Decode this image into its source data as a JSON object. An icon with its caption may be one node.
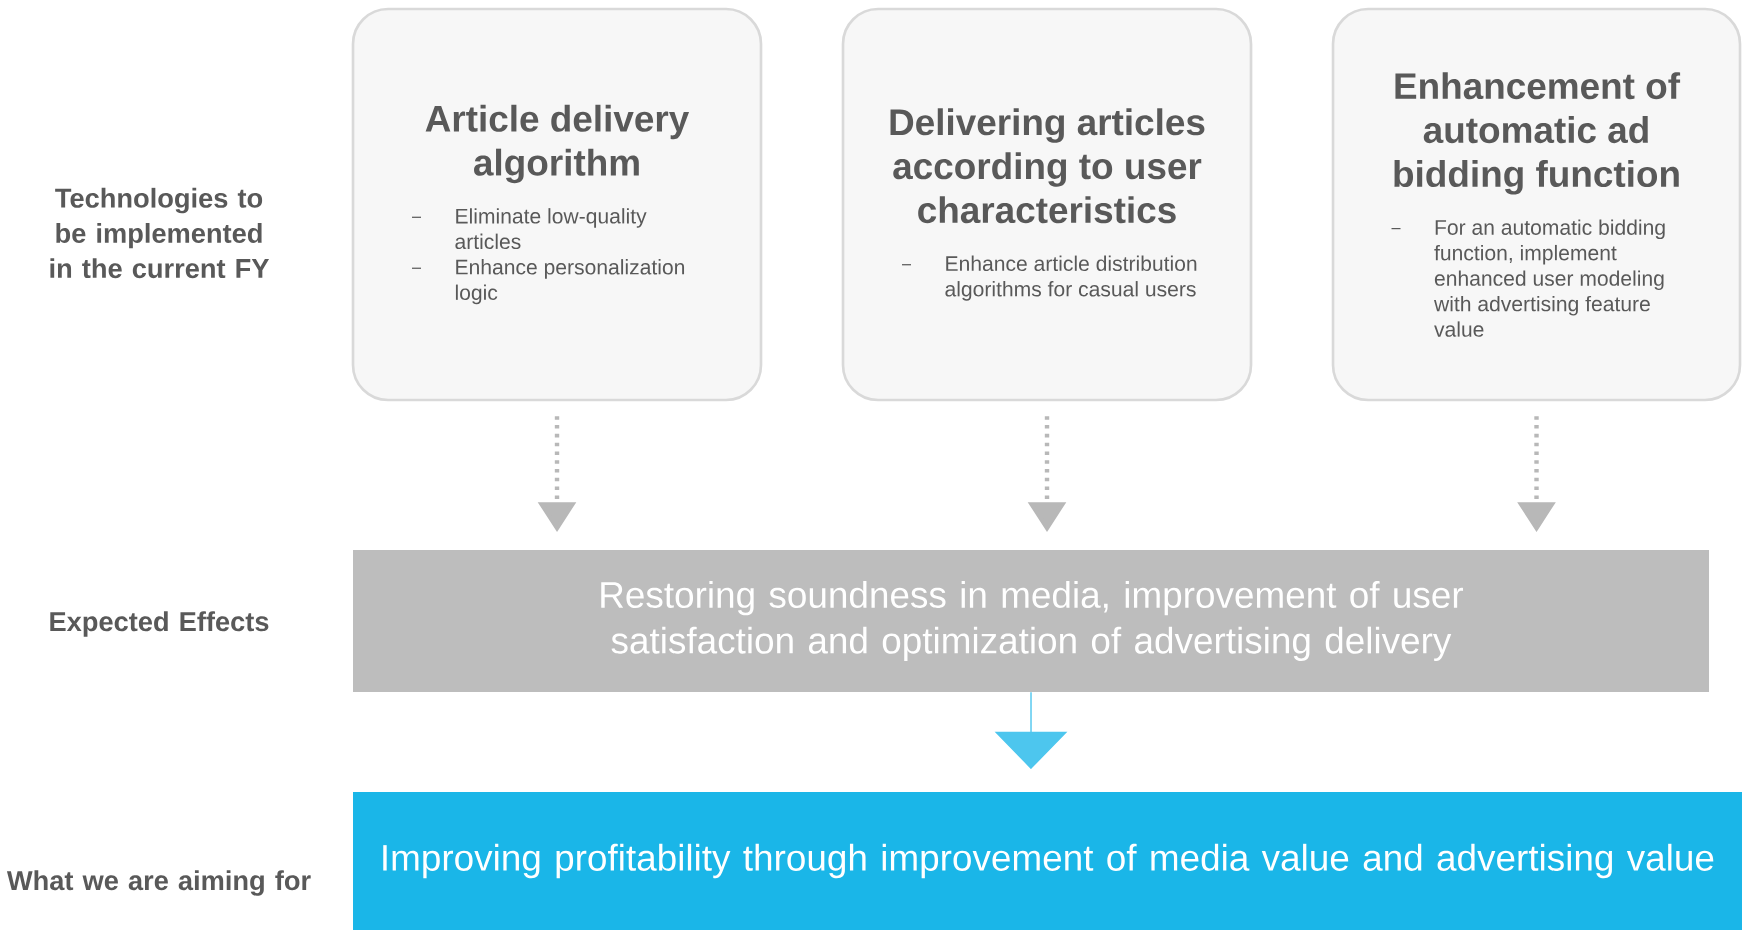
{
  "diagram": {
    "nodes": [
      {
        "text": [
          "Article delivery algorithm",
          "Eliminate low-quality articles",
          "Enhance personalization logic"
        ]
      },
      {
        "text": [
          "Delivering articles according to user characteristics",
          "Enhance article distribution algorithms for casual users"
        ]
      },
      {
        "text": [
          "Enhancement of automatic ad bidding function",
          "For an automatic bidding function, implement enhanced user modeling with advertising feature value"
        ]
      },
      {
        "text": [
          "Restoring soundness in media, improvement of user satisfaction and optimization of advertising delivery"
        ]
      },
      {
        "text": [
          "Improving profitability through improvement of media value and advertising value"
        ]
      }
    ],
    "edges": [
      {
        "from": 0,
        "to": 3,
        "arrow": "to",
        "style": "dashed"
      },
      {
        "from": 1,
        "to": 3,
        "arrow": "to",
        "style": "dashed"
      },
      {
        "from": 2,
        "to": 3,
        "arrow": "to",
        "style": "dashed"
      },
      {
        "from": 3,
        "to": 4,
        "arrow": "to",
        "color": "#4dc6ee"
      }
    ],
    "labels": [
      "Technologies to be implemented in the current FY",
      "Expected Effects",
      "What we are aiming for"
    ]
  }
}
